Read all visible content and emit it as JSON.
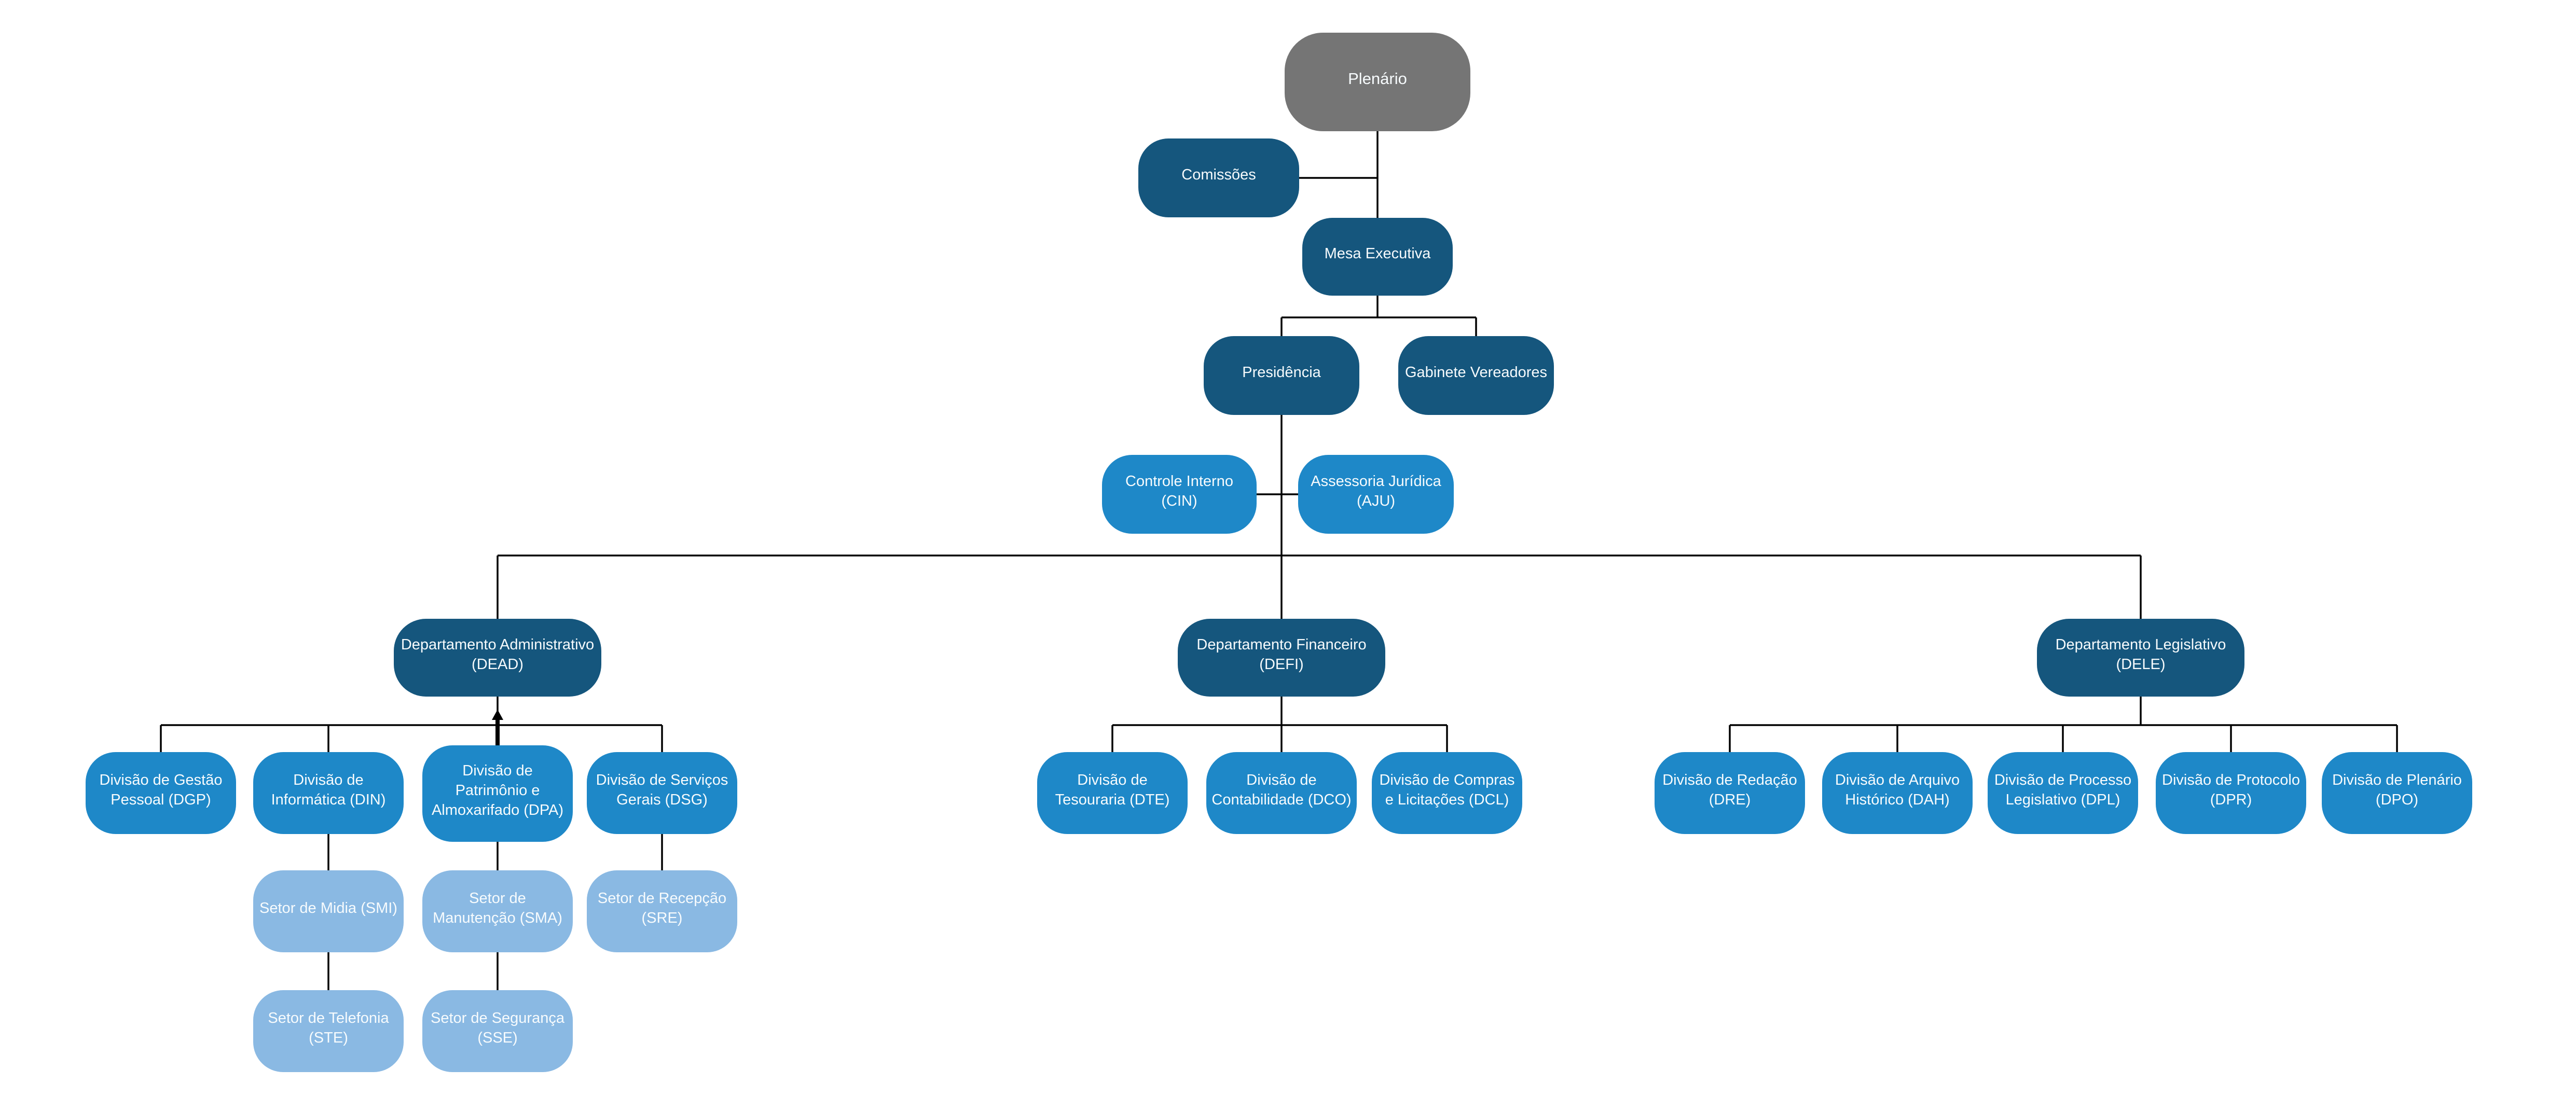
{
  "diagram": {
    "type": "org-chart",
    "palette": {
      "bg_color": "#ffffff",
      "root_fill": "#757575",
      "executive_fill": "#15567D",
      "division_fill": "#1E88C8",
      "sector_fill": "#8AB9E3",
      "text_color": "#f7fbfd",
      "line_color": "#000000"
    },
    "nodes": {
      "plenario": {
        "label": "Plenário",
        "role": "root"
      },
      "comissoes": {
        "label": "Comissões",
        "role": "executive"
      },
      "mesa_executiva": {
        "label": "Mesa Executiva",
        "role": "executive"
      },
      "presidencia": {
        "label": "Presidência",
        "role": "executive"
      },
      "gabinete_vereadores": {
        "label": "Gabinete Vereadores",
        "role": "executive"
      },
      "controle_interno": {
        "label": "Controle Interno (CIN)",
        "role": "division"
      },
      "assessoria_juridica": {
        "label": "Assessoria Jurídica\n(AJU)",
        "role": "division"
      },
      "dead": {
        "label": "Departamento Administrativo\n(DEAD)",
        "role": "department"
      },
      "defi": {
        "label": "Departamento Financeiro\n(DEFI)",
        "role": "department"
      },
      "dele": {
        "label": "Departamento Legislativo\n(DELE)",
        "role": "department"
      },
      "dgp": {
        "label": "Divisão de Gestão\nPessoal (DGP)",
        "role": "division"
      },
      "din": {
        "label": "Divisão de\nInformática (DIN)",
        "role": "division"
      },
      "dpa": {
        "label": "Divisão de\nPatrimônio e\nAlmoxarifado (DPA)",
        "role": "division"
      },
      "dsg": {
        "label": "Divisão de Serviços\nGerais (DSG)",
        "role": "division"
      },
      "dte": {
        "label": "Divisão de\nTesouraria (DTE)",
        "role": "division"
      },
      "dco": {
        "label": "Divisão de\nContabilidade (DCO)",
        "role": "division"
      },
      "dcl": {
        "label": "Divisão de Compras\ne Licitações (DCL)",
        "role": "division"
      },
      "dre": {
        "label": "Divisão de Redação\n(DRE)",
        "role": "division"
      },
      "dah": {
        "label": "Divisão de Arquivo\nHistórico (DAH)",
        "role": "division"
      },
      "dpl": {
        "label": "Divisão de Processo\nLegislativo (DPL)",
        "role": "division"
      },
      "dpr": {
        "label": "Divisão de Protocolo\n(DPR)",
        "role": "division"
      },
      "dpo": {
        "label": "Divisão de Plenário\n(DPO)",
        "role": "division"
      },
      "smi": {
        "label": "Setor de Midia (SMI)",
        "role": "sector"
      },
      "sma": {
        "label": "Setor de\nManutenção (SMA)",
        "role": "sector"
      },
      "sre": {
        "label": "Setor de Recepção\n(SRE)",
        "role": "sector"
      },
      "ste": {
        "label": "Setor de Telefonia\n(STE)",
        "role": "sector"
      },
      "sse": {
        "label": "Setor de Segurança\n(SSE)",
        "role": "sector"
      }
    },
    "edges": [
      [
        "plenario",
        "comissoes"
      ],
      [
        "plenario",
        "mesa_executiva"
      ],
      [
        "mesa_executiva",
        "presidencia"
      ],
      [
        "mesa_executiva",
        "gabinete_vereadores"
      ],
      [
        "presidencia",
        "controle_interno"
      ],
      [
        "presidencia",
        "assessoria_juridica"
      ],
      [
        "presidencia",
        "dead"
      ],
      [
        "presidencia",
        "defi"
      ],
      [
        "presidencia",
        "dele"
      ],
      [
        "dead",
        "dgp"
      ],
      [
        "dead",
        "din"
      ],
      [
        "dead",
        "dpa"
      ],
      [
        "dead",
        "dsg"
      ],
      [
        "defi",
        "dte"
      ],
      [
        "defi",
        "dco"
      ],
      [
        "defi",
        "dcl"
      ],
      [
        "dele",
        "dre"
      ],
      [
        "dele",
        "dah"
      ],
      [
        "dele",
        "dpl"
      ],
      [
        "dele",
        "dpr"
      ],
      [
        "dele",
        "dpo"
      ],
      [
        "din",
        "smi"
      ],
      [
        "dpa",
        "sma"
      ],
      [
        "dsg",
        "sre"
      ],
      [
        "smi",
        "ste"
      ],
      [
        "sma",
        "sse"
      ]
    ]
  }
}
